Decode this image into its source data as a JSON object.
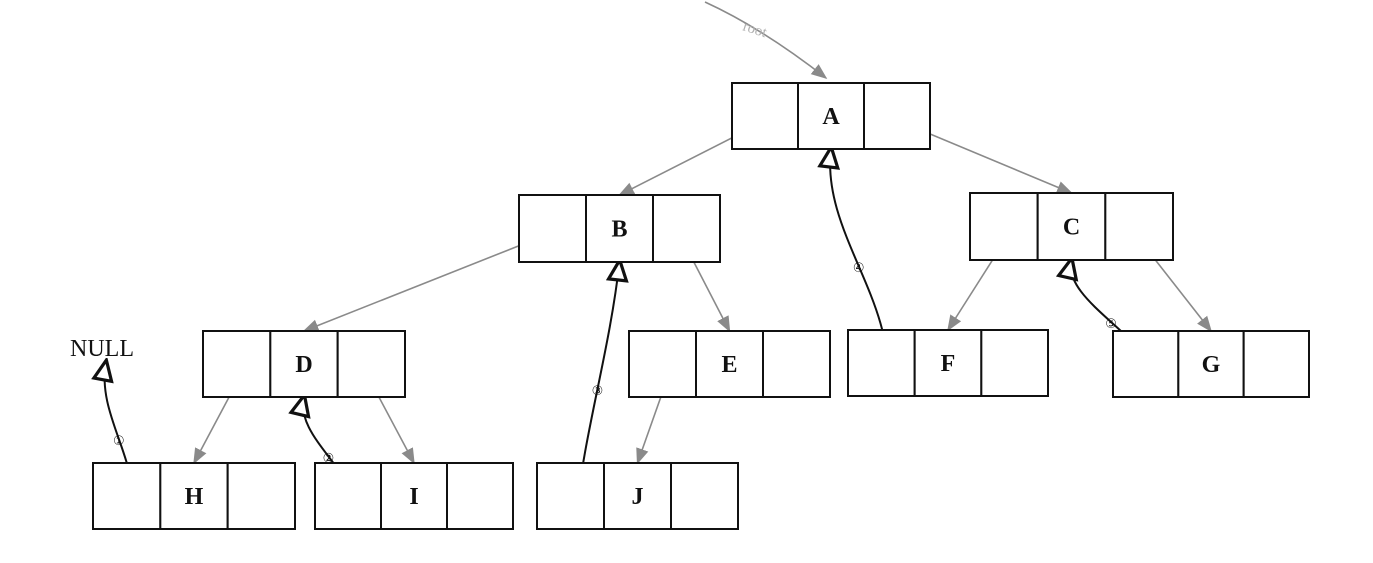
{
  "root_pointer": {
    "label": "root"
  },
  "nodes": [
    {
      "id": "A",
      "label": "A"
    },
    {
      "id": "B",
      "label": "B"
    },
    {
      "id": "C",
      "label": "C"
    },
    {
      "id": "D",
      "label": "D"
    },
    {
      "id": "E",
      "label": "E"
    },
    {
      "id": "F",
      "label": "F"
    },
    {
      "id": "G",
      "label": "G"
    },
    {
      "id": "H",
      "label": "H"
    },
    {
      "id": "I",
      "label": "I"
    },
    {
      "id": "J",
      "label": "J"
    }
  ],
  "child_links": [
    {
      "from": "A",
      "side": "left",
      "to": "B"
    },
    {
      "from": "A",
      "side": "right",
      "to": "C"
    },
    {
      "from": "B",
      "side": "left",
      "to": "D"
    },
    {
      "from": "B",
      "side": "right",
      "to": "E"
    },
    {
      "from": "C",
      "side": "left",
      "to": "F"
    },
    {
      "from": "C",
      "side": "right",
      "to": "G"
    },
    {
      "from": "D",
      "side": "left",
      "to": "H"
    },
    {
      "from": "D",
      "side": "right",
      "to": "I"
    },
    {
      "from": "E",
      "side": "left",
      "to": "J"
    }
  ],
  "thread_links": [
    {
      "marker": "①",
      "from": "H",
      "to": "NULL"
    },
    {
      "marker": "②",
      "from": "I",
      "to": "D"
    },
    {
      "marker": "③",
      "from": "J",
      "to": "B"
    },
    {
      "marker": "④",
      "from": "F",
      "to": "A"
    },
    {
      "marker": "⑤",
      "from": "G",
      "to": "C"
    }
  ],
  "null_label": "NULL",
  "colors": {
    "node_stroke": "#111111",
    "child_arrow": "#8a8a8a",
    "thread_arrow": "#111111"
  }
}
